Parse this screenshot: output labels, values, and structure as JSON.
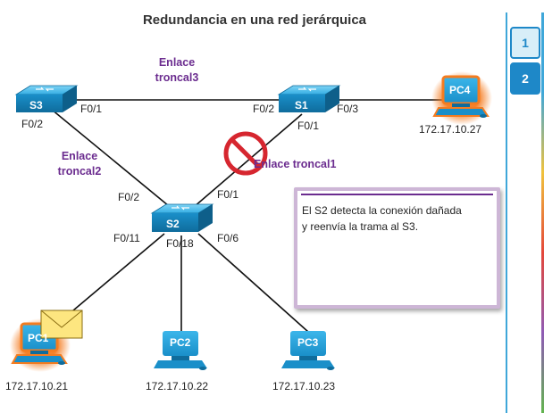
{
  "title": "Redundancia en una red jerárquica",
  "devices": {
    "s1": "S1",
    "s2": "S2",
    "s3": "S3",
    "pc1": "PC1",
    "pc2": "PC2",
    "pc3": "PC3",
    "pc4": "PC4"
  },
  "ports": {
    "s3_f01": "F0/1",
    "s3_f02": "F0/2",
    "s1_f02": "F0/2",
    "s1_f01": "F0/1",
    "s1_f03": "F0/3",
    "s2_f02": "F0/2",
    "s2_f01": "F0/1",
    "s2_f011": "F0/11",
    "s2_f018": "F0/18",
    "s2_f06": "F0/6"
  },
  "links": {
    "trunk3_line1": "Enlace",
    "trunk3_line2": "troncal3",
    "trunk2_line1": "Enlace",
    "trunk2_line2": "troncal2",
    "trunk1": "Enlace troncal1"
  },
  "addresses": {
    "pc1": "172.17.10.21",
    "pc2": "172.17.10.22",
    "pc3": "172.17.10.23",
    "pc4": "172.17.10.27"
  },
  "note": {
    "line1": "El S2 detecta la conexión dañada",
    "line2": "y  reenvía la trama al S3."
  },
  "steps": [
    "1",
    "2"
  ],
  "colors": {
    "trunk_label": "#6b2c8f",
    "switch": "#1a9bd7",
    "pc": "#1a9bd7",
    "highlight": "#f47c20",
    "broken": "#d6262f",
    "step_active": "#1e88c8"
  }
}
